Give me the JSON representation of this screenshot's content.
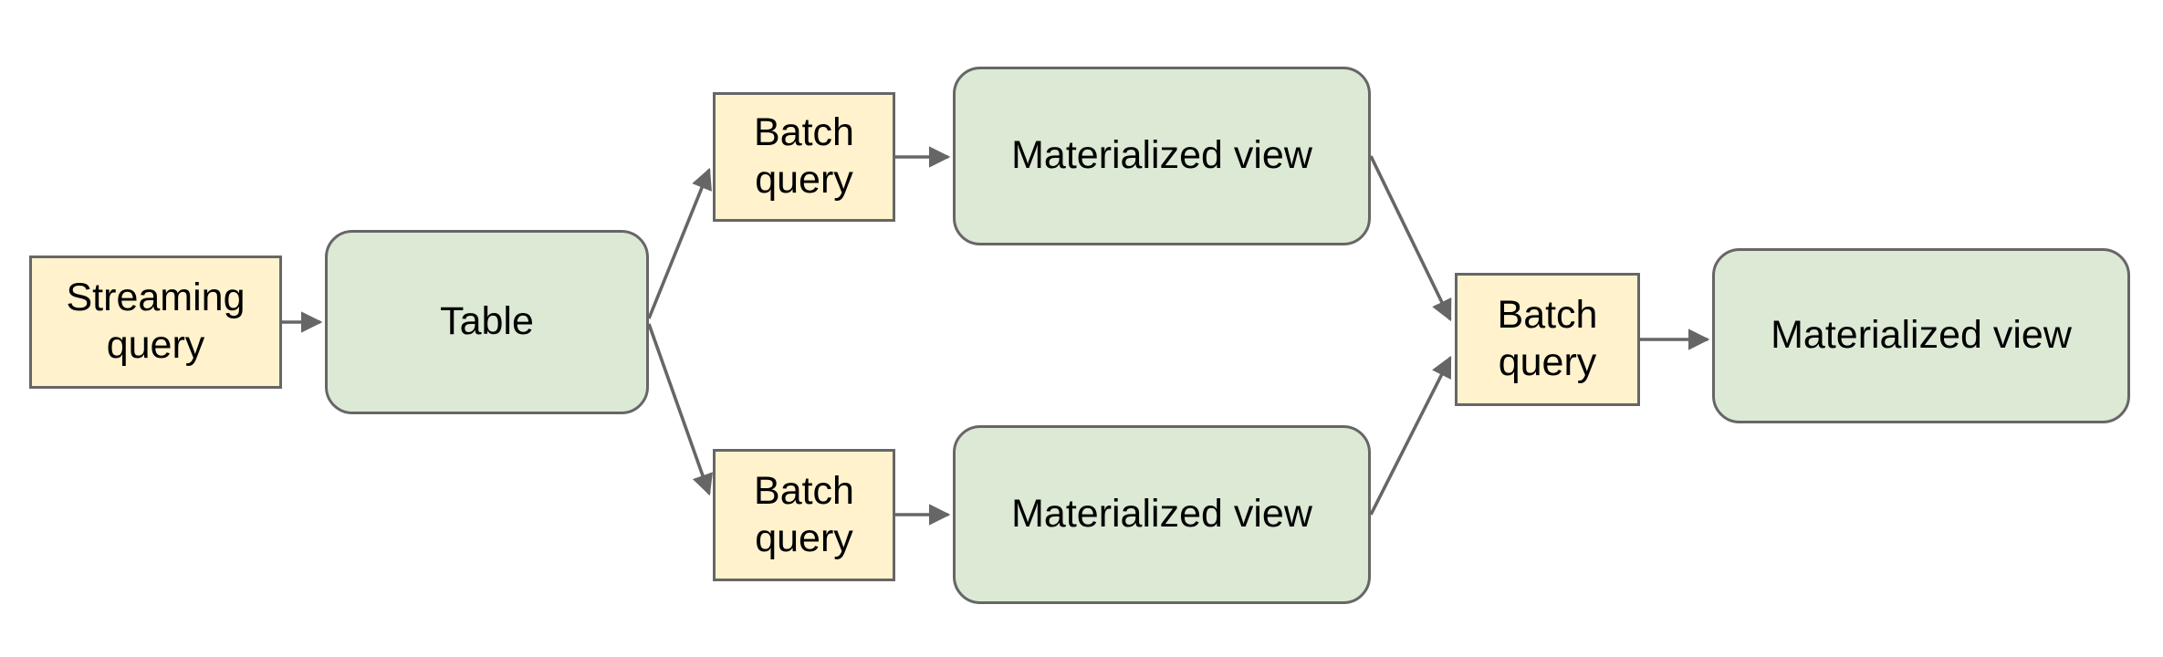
{
  "diagram": {
    "background": "#ffffff",
    "colors": {
      "background": "#ffffff",
      "query_fill": "#fff2cc",
      "store_fill": "#dce9d5",
      "shape_border": "#666666",
      "arrow": "#666666",
      "text": "#000000"
    },
    "nodes": [
      {
        "id": "streaming-query",
        "label": "Streaming query",
        "kind": "query"
      },
      {
        "id": "table",
        "label": "Table",
        "kind": "store"
      },
      {
        "id": "batch-query-top",
        "label": "Batch query",
        "kind": "query"
      },
      {
        "id": "materialized-view-top",
        "label": "Materialized view",
        "kind": "store"
      },
      {
        "id": "batch-query-bottom",
        "label": "Batch query",
        "kind": "query"
      },
      {
        "id": "materialized-view-bottom",
        "label": "Materialized view",
        "kind": "store"
      },
      {
        "id": "batch-query-merge",
        "label": "Batch query",
        "kind": "query"
      },
      {
        "id": "materialized-view-final",
        "label": "Materialized view",
        "kind": "store"
      }
    ],
    "edges": [
      {
        "from": "streaming-query",
        "to": "table"
      },
      {
        "from": "table",
        "to": "batch-query-top"
      },
      {
        "from": "table",
        "to": "batch-query-bottom"
      },
      {
        "from": "batch-query-top",
        "to": "materialized-view-top"
      },
      {
        "from": "batch-query-bottom",
        "to": "materialized-view-bottom"
      },
      {
        "from": "materialized-view-top",
        "to": "batch-query-merge"
      },
      {
        "from": "materialized-view-bottom",
        "to": "batch-query-merge"
      },
      {
        "from": "batch-query-merge",
        "to": "materialized-view-final"
      }
    ]
  }
}
